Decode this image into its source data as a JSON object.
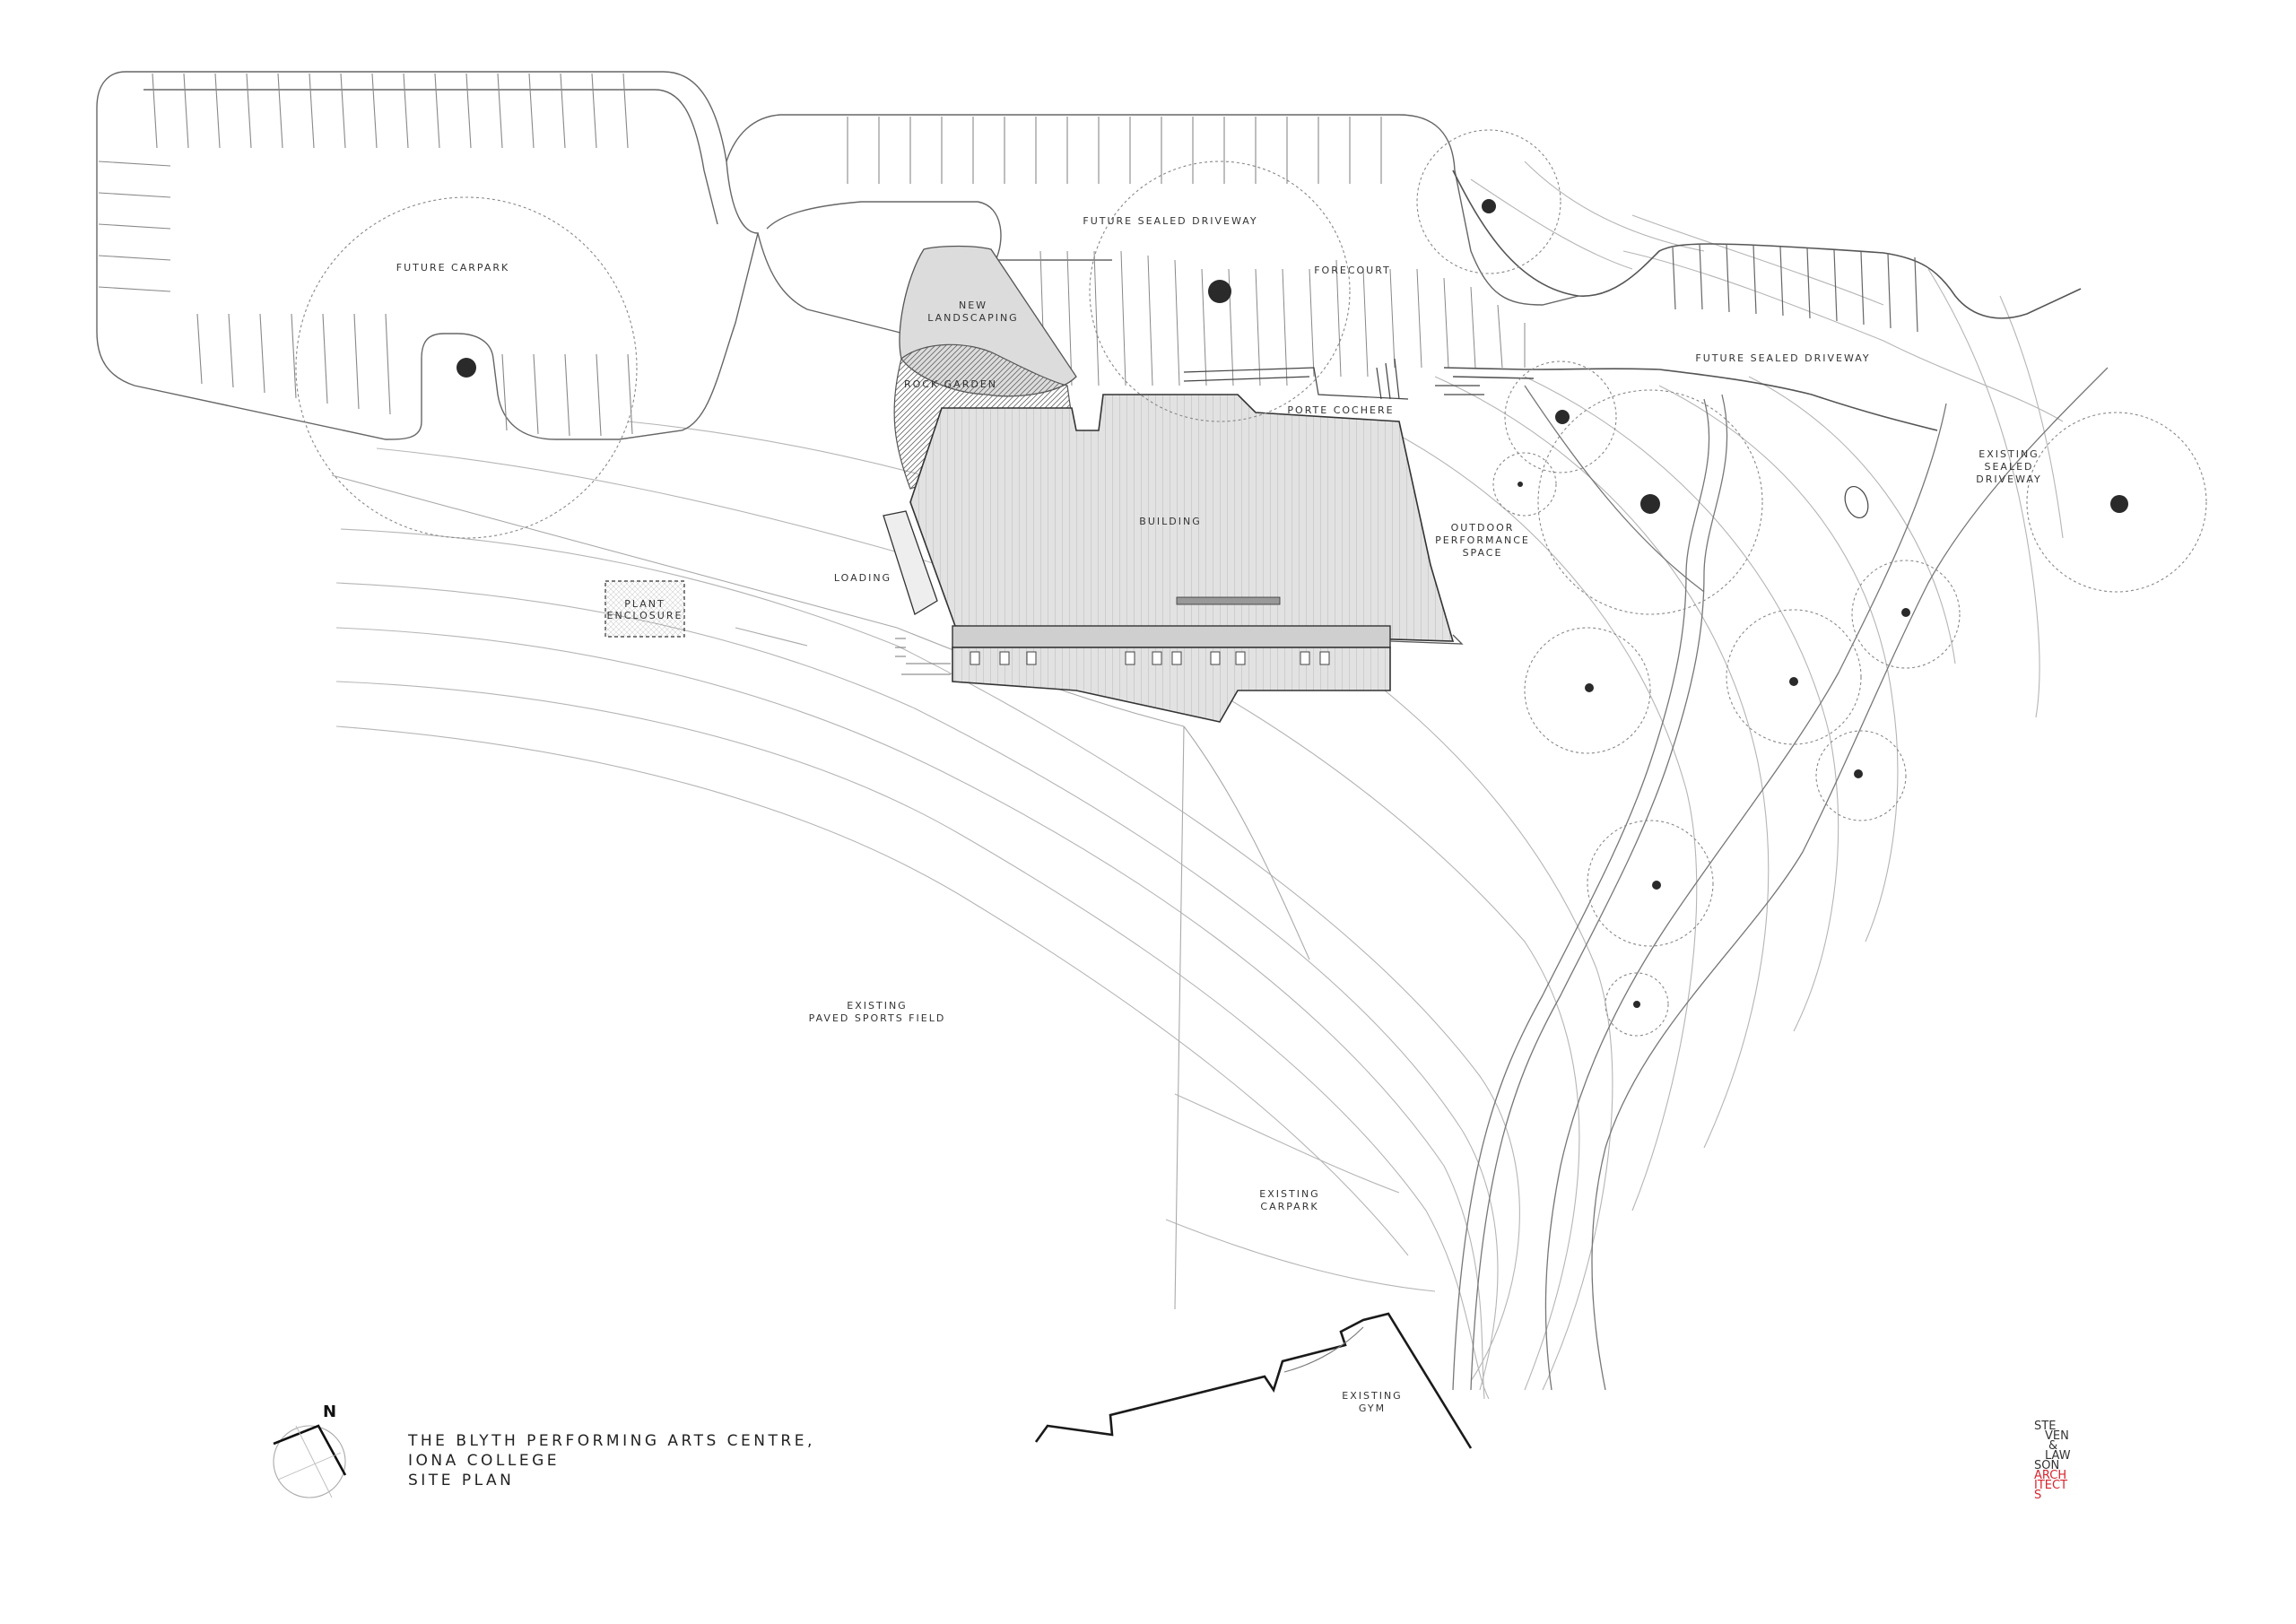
{
  "labels": {
    "future_carpark": "FUTURE CARPARK",
    "future_sealed_driveway_top": "FUTURE SEALED DRIVEWAY",
    "new_landscaping_1": "NEW",
    "new_landscaping_2": "LANDSCAPING",
    "rock_garden": "ROCK GARDEN",
    "forecourt": "FORECOURT",
    "porte_cochere": "PORTE COCHERE",
    "future_sealed_driveway_right": "FUTURE SEALED DRIVEWAY",
    "existing_sealed_driveway_1": "EXISTING",
    "existing_sealed_driveway_2": "SEALED",
    "existing_sealed_driveway_3": "DRIVEWAY",
    "building": "BUILDING",
    "loading": "LOADING",
    "plant_enclosure_1": "PLANT",
    "plant_enclosure_2": "ENCLOSURE",
    "outdoor_performance_1": "OUTDOOR",
    "outdoor_performance_2": "PERFORMANCE",
    "outdoor_performance_3": "SPACE",
    "sports_field_1": "EXISTING",
    "sports_field_2": "PAVED SPORTS FIELD",
    "existing_carpark_1": "EXISTING",
    "existing_carpark_2": "CARPARK",
    "existing_gym_1": "EXISTING",
    "existing_gym_2": "GYM",
    "north": "N"
  },
  "title_block": {
    "line1": "THE BLYTH PERFORMING ARTS CENTRE,",
    "line2": "IONA COLLEGE",
    "line3": "SITE PLAN"
  },
  "logo": {
    "line1": "STE",
    "line2": "VEN",
    "line3": "&",
    "line4": "LAW",
    "line5": "SON",
    "line6": "ARCH",
    "line7": "ITECT",
    "line8": "S",
    "accent_color": "#d9232e"
  },
  "colors": {
    "line": "#555555",
    "light_line": "#aaaaaa",
    "fill_grey": "#dddddd",
    "tree_dot": "#2a2a2a"
  }
}
